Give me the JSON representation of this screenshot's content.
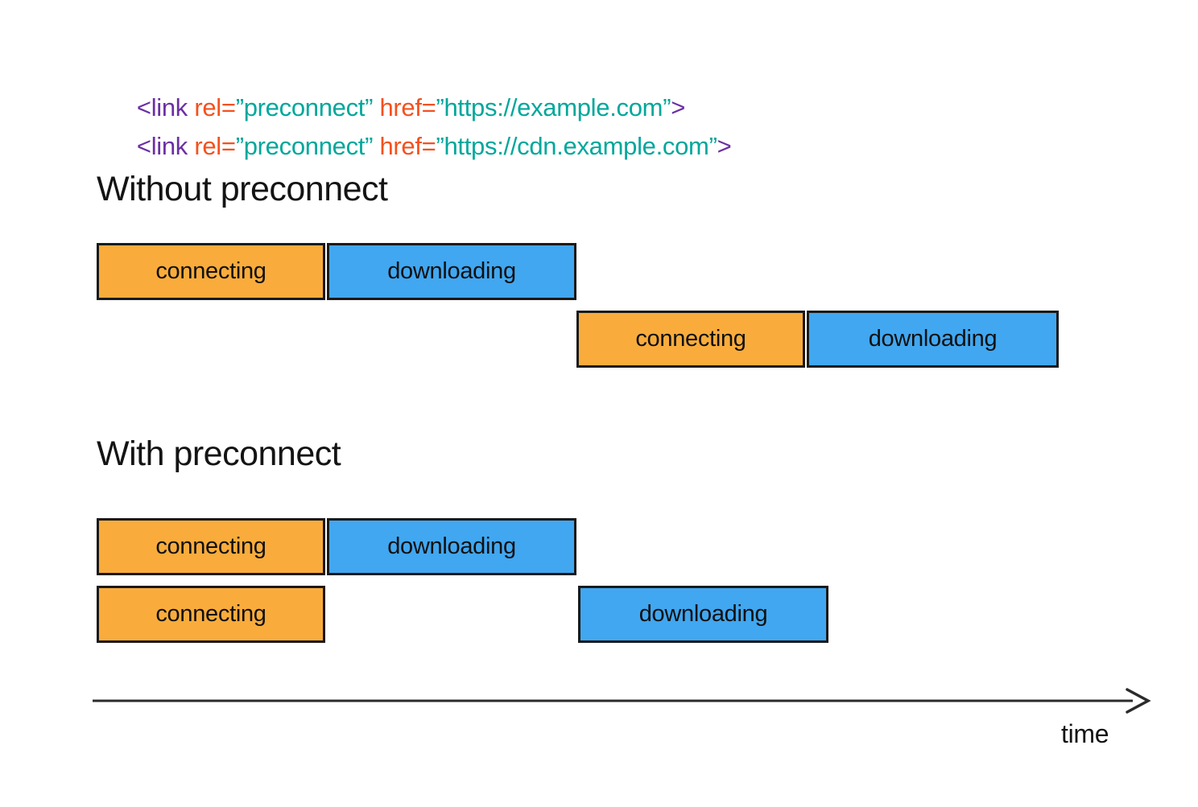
{
  "palette": {
    "code_purple": "#6B2FA3",
    "code_orange": "#F4511E",
    "code_teal": "#00A79B",
    "bar_orange": "#F9AC3C",
    "bar_blue": "#41A7F0",
    "bar_border": "#1A1A1A",
    "heading_text": "#141414",
    "axis_color": "#2B2B2B"
  },
  "code": {
    "lines": [
      {
        "tokens": [
          {
            "text": "<link",
            "color": "#6B2FA3"
          },
          {
            "text": " rel=",
            "color": "#F4511E"
          },
          {
            "text": "”preconnect”",
            "color": "#00A79B"
          },
          {
            "text": " href=",
            "color": "#F4511E"
          },
          {
            "text": "”https://example.com”",
            "color": "#00A79B"
          },
          {
            "text": ">",
            "color": "#6B2FA3"
          }
        ]
      },
      {
        "tokens": [
          {
            "text": "<link",
            "color": "#6B2FA3"
          },
          {
            "text": " rel=",
            "color": "#F4511E"
          },
          {
            "text": "”preconnect”",
            "color": "#00A79B"
          },
          {
            "text": " href=",
            "color": "#F4511E"
          },
          {
            "text": "”https://cdn.example.com”",
            "color": "#00A79B"
          },
          {
            "text": ">",
            "color": "#6B2FA3"
          }
        ]
      }
    ]
  },
  "diagram": {
    "without": {
      "title": "Without preconnect",
      "row1": {
        "connecting": "connecting",
        "downloading": "downloading"
      },
      "row2": {
        "connecting": "connecting",
        "downloading": "downloading"
      }
    },
    "with": {
      "title": "With preconnect",
      "row1": {
        "connecting": "connecting",
        "downloading": "downloading"
      },
      "row2": {
        "connecting": "connecting",
        "downloading": "downloading"
      }
    },
    "axis_label": "time"
  }
}
